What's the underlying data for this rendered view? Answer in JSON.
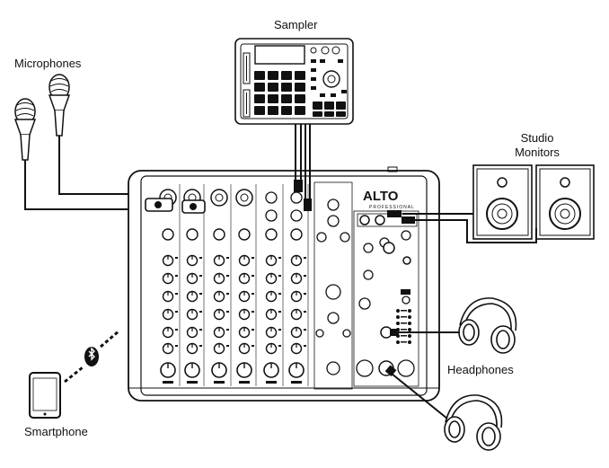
{
  "labels": {
    "sampler": "Sampler",
    "microphones": "Microphones",
    "studio_monitors_line1": "Studio",
    "studio_monitors_line2": "Monitors",
    "headphones": "Headphones",
    "smartphone": "Smartphone"
  },
  "mixer": {
    "brand": "ALTO",
    "sub_brand": "PROFESSIONAL"
  },
  "icons": {
    "bluetooth": "bluetooth-icon"
  }
}
